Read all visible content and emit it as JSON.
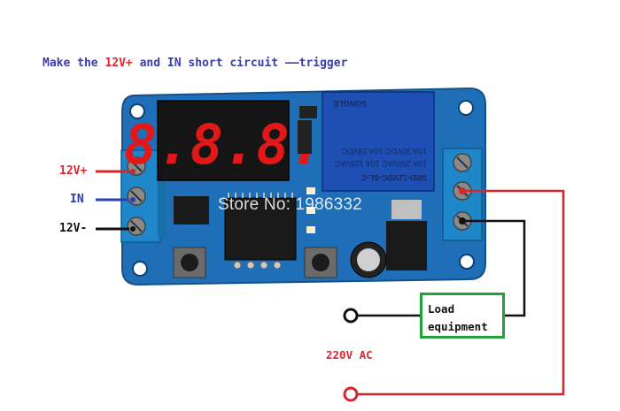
{
  "caption": {
    "prefix": "Make the ",
    "highlight": "12V+",
    "middle": " and ",
    "in_word": "IN",
    "suffix": " short circuit ——trigger"
  },
  "terminals": {
    "v12_plus": "12V+",
    "in": "IN",
    "v12_minus": "12V-"
  },
  "relay": {
    "model": "SRD-12VDC-SL-C",
    "rating1": "10A 250VAC  10A 125VAC",
    "rating2": "10A 30VDC  10A 28VDC",
    "brand": "SONGLE"
  },
  "display": {
    "digits": "8.8.8."
  },
  "watermark": "Store No: 1986332",
  "load": {
    "line1": "Load",
    "line2": "equipment"
  },
  "ac_label": "220V AC",
  "colors": {
    "board": "#1f6fb8",
    "terminal_block": "#1f86c9",
    "wire_red": "#d4262b",
    "wire_black": "#111111",
    "load_border": "#22a03a"
  }
}
